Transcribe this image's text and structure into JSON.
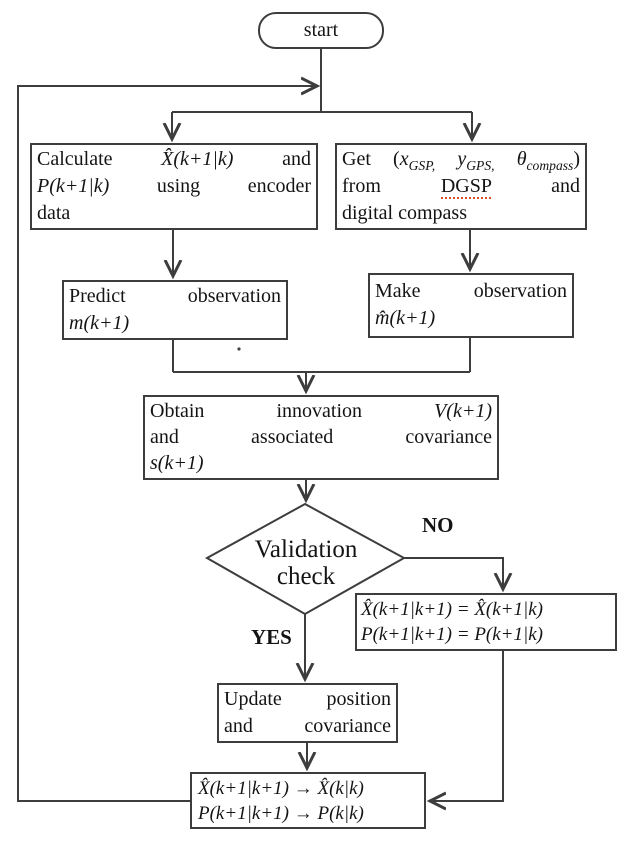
{
  "colors": {
    "line": "#3d3d3d",
    "text": "#141414",
    "spellcheck_underline": "#d4502a",
    "background": "#ffffff"
  },
  "nodes": {
    "start": {
      "label": "start"
    },
    "calc": {
      "l1_a": "Calculate",
      "l1_m": "X̂(k+1|k)",
      "l1_b": "and",
      "l2_m": "P(k+1|k)",
      "l2_a": "using",
      "l2_b": "encoder",
      "l3": "data"
    },
    "get": {
      "l1_open": "Get (",
      "x": "x",
      "x_sub": "GSP,",
      "y": "y",
      "y_sub": "GPS,",
      "theta": "θ",
      "theta_sub": "compass",
      "l1_close": ")",
      "l2_a": "from",
      "l2_b": "DGSP",
      "l2_c": "and",
      "l3": "digital compass"
    },
    "predict": {
      "l1_a": "Predict",
      "l1_b": "observation",
      "l2_m": "m(k+1)"
    },
    "make": {
      "l1_a": "Make",
      "l1_b": "observation",
      "l2_m": "m̂(k+1)"
    },
    "obtain": {
      "l1_a": "Obtain",
      "l1_b": "innovation",
      "l1_m": "V(k+1)",
      "l2_a": "and",
      "l2_b": "associated",
      "l2_c": "covariance",
      "l3_m": "s(k+1)"
    },
    "decision": {
      "l1": "Validation",
      "l2": "check"
    },
    "no_assign": {
      "l1": "X̂(k+1|k+1) = X̂(k+1|k)",
      "l2": "P(k+1|k+1) = P(k+1|k)"
    },
    "update": {
      "l1_a": "Update",
      "l1_b": "position",
      "l2_a": "and",
      "l2_b": "covariance"
    },
    "final": {
      "l1": "X̂(k+1|k+1) → X̂(k|k)",
      "l2": "P(k+1|k+1) → P(k|k)"
    }
  },
  "branch_labels": {
    "no": "NO",
    "yes": "YES"
  }
}
